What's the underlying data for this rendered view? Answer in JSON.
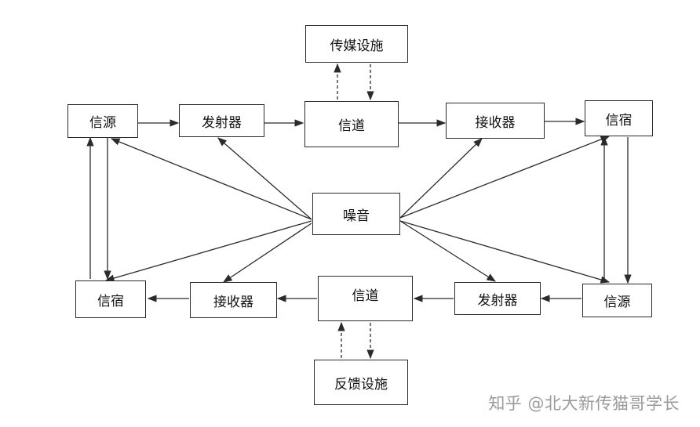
{
  "nodes": {
    "media_facility": "传媒设施",
    "source_top": "信源",
    "transmitter_top": "发射器",
    "channel_top": "信道",
    "receiver_top": "接收器",
    "sink_top": "信宿",
    "noise": "噪音",
    "sink_bottom": "信宿",
    "receiver_bottom": "接收器",
    "channel_bottom": "信道",
    "transmitter_bottom": "发射器",
    "source_bottom": "信源",
    "feedback_facility": "反馈设施"
  },
  "watermark": "知乎 @北大新传猫哥学长",
  "colors": {
    "line": "#2b2b2b",
    "box_border": "#2b2b2b",
    "text": "#111111",
    "watermark": "#9a9a9a",
    "background": "#ffffff"
  }
}
